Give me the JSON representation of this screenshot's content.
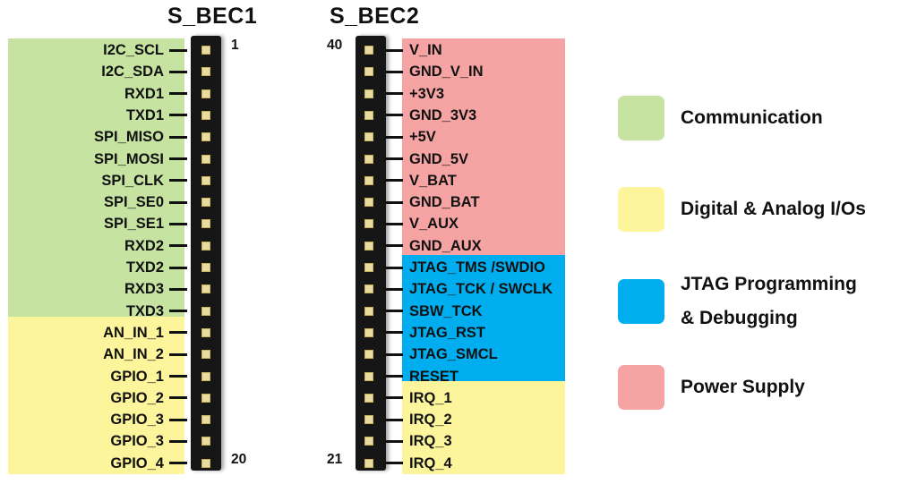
{
  "headers": {
    "left": "S_BEC1",
    "right": "S_BEC2"
  },
  "pin_numbers": {
    "left_top": "1",
    "left_bottom": "20",
    "right_top": "40",
    "right_bottom": "21"
  },
  "colors": {
    "communication": "#c6e3a1",
    "io": "#fdf59b",
    "jtag": "#00aeef",
    "power": "#f5a3a3"
  },
  "left_pins": [
    {
      "label": "I2C_SCL",
      "cat": "communication"
    },
    {
      "label": "I2C_SDA",
      "cat": "communication"
    },
    {
      "label": "RXD1",
      "cat": "communication"
    },
    {
      "label": "TXD1",
      "cat": "communication"
    },
    {
      "label": "SPI_MISO",
      "cat": "communication"
    },
    {
      "label": "SPI_MOSI",
      "cat": "communication"
    },
    {
      "label": "SPI_CLK",
      "cat": "communication"
    },
    {
      "label": "SPI_SE0",
      "cat": "communication"
    },
    {
      "label": "SPI_SE1",
      "cat": "communication"
    },
    {
      "label": "RXD2",
      "cat": "communication"
    },
    {
      "label": "TXD2",
      "cat": "communication"
    },
    {
      "label": "RXD3",
      "cat": "communication"
    },
    {
      "label": "TXD3",
      "cat": "communication"
    },
    {
      "label": "AN_IN_1",
      "cat": "io"
    },
    {
      "label": "AN_IN_2",
      "cat": "io"
    },
    {
      "label": "GPIO_1",
      "cat": "io"
    },
    {
      "label": "GPIO_2",
      "cat": "io"
    },
    {
      "label": "GPIO_3",
      "cat": "io"
    },
    {
      "label": "GPIO_3",
      "cat": "io"
    },
    {
      "label": "GPIO_4",
      "cat": "io"
    }
  ],
  "right_pins": [
    {
      "label": "V_IN",
      "cat": "power"
    },
    {
      "label": "GND_V_IN",
      "cat": "power"
    },
    {
      "label": "+3V3",
      "cat": "power"
    },
    {
      "label": "GND_3V3",
      "cat": "power"
    },
    {
      "label": "+5V",
      "cat": "power"
    },
    {
      "label": "GND_5V",
      "cat": "power"
    },
    {
      "label": "V_BAT",
      "cat": "power"
    },
    {
      "label": "GND_BAT",
      "cat": "power"
    },
    {
      "label": "V_AUX",
      "cat": "power"
    },
    {
      "label": "GND_AUX",
      "cat": "power"
    },
    {
      "label": "JTAG_TMS /SWDIO",
      "cat": "jtag"
    },
    {
      "label": "JTAG_TCK / SWCLK",
      "cat": "jtag"
    },
    {
      "label": "SBW_TCK",
      "cat": "jtag"
    },
    {
      "label": "JTAG_RST",
      "cat": "jtag"
    },
    {
      "label": "JTAG_SMCL",
      "cat": "jtag"
    },
    {
      "label": "RESET",
      "cat": "jtag"
    },
    {
      "label": "IRQ_1",
      "cat": "io"
    },
    {
      "label": "IRQ_2",
      "cat": "io"
    },
    {
      "label": "IRQ_3",
      "cat": "io"
    },
    {
      "label": "IRQ_4",
      "cat": "io"
    }
  ],
  "legend": [
    {
      "cat": "communication",
      "lines": [
        "Communication"
      ]
    },
    {
      "cat": "io",
      "lines": [
        "Digital & Analog I/Os"
      ]
    },
    {
      "cat": "jtag",
      "lines": [
        "JTAG Programming",
        "& Debugging"
      ]
    },
    {
      "cat": "power",
      "lines": [
        "Power Supply"
      ]
    }
  ]
}
